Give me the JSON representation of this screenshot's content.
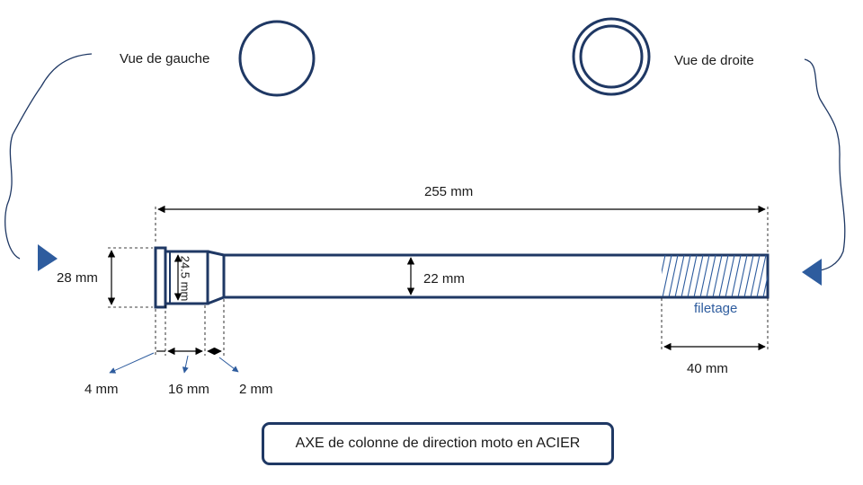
{
  "views": {
    "left": "Vue de gauche",
    "right": "Vue de droite"
  },
  "dimensions": {
    "total_length": "255 mm",
    "head_diameter": "28 mm",
    "bearing_diameter": "24.5 mm",
    "shaft_diameter": "22 mm",
    "thread_length": "40 mm",
    "head_length": "4 mm",
    "bearing_length": "16 mm",
    "taper_length": "2 mm"
  },
  "thread_label": "filetage",
  "title": "AXE de colonne de direction moto en ACIER",
  "colors": {
    "outline": "#1f3864",
    "accent": "#2e5c9e",
    "dims": "#000000"
  }
}
